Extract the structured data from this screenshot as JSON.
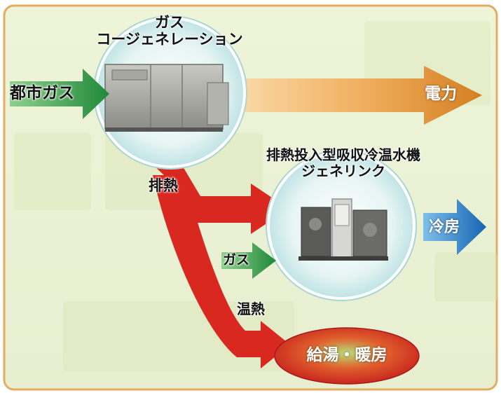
{
  "colors": {
    "panel_bg": "#eef2d2",
    "frame_border": "#e6b06a",
    "gas_arrow": "#2f9a3f",
    "power_arrow": "#d98b2a",
    "heat_arrow": "#d8281e",
    "cooling_arrow": "#1e78c2",
    "hot_water_ellipse": "#c91f1f",
    "circle_fill": "#dbeff0"
  },
  "nodes": {
    "cogeneration": {
      "title_line1": "ガス",
      "title_line2": "コージェネレーション",
      "icon": "gas-engine-unit-icon"
    },
    "chiller": {
      "title_line1": "排熱投入型吸収冷温水機",
      "title_line2": "ジェネリンク",
      "icon": "absorption-chiller-unit-icon"
    },
    "hot_water": {
      "label": "給湯・暖房"
    }
  },
  "flows": {
    "city_gas": "都市ガス",
    "electricity": "電力",
    "exhaust_heat": "排熱",
    "gas": "ガス",
    "cooling": "冷房",
    "warm_heat": "温熱"
  }
}
